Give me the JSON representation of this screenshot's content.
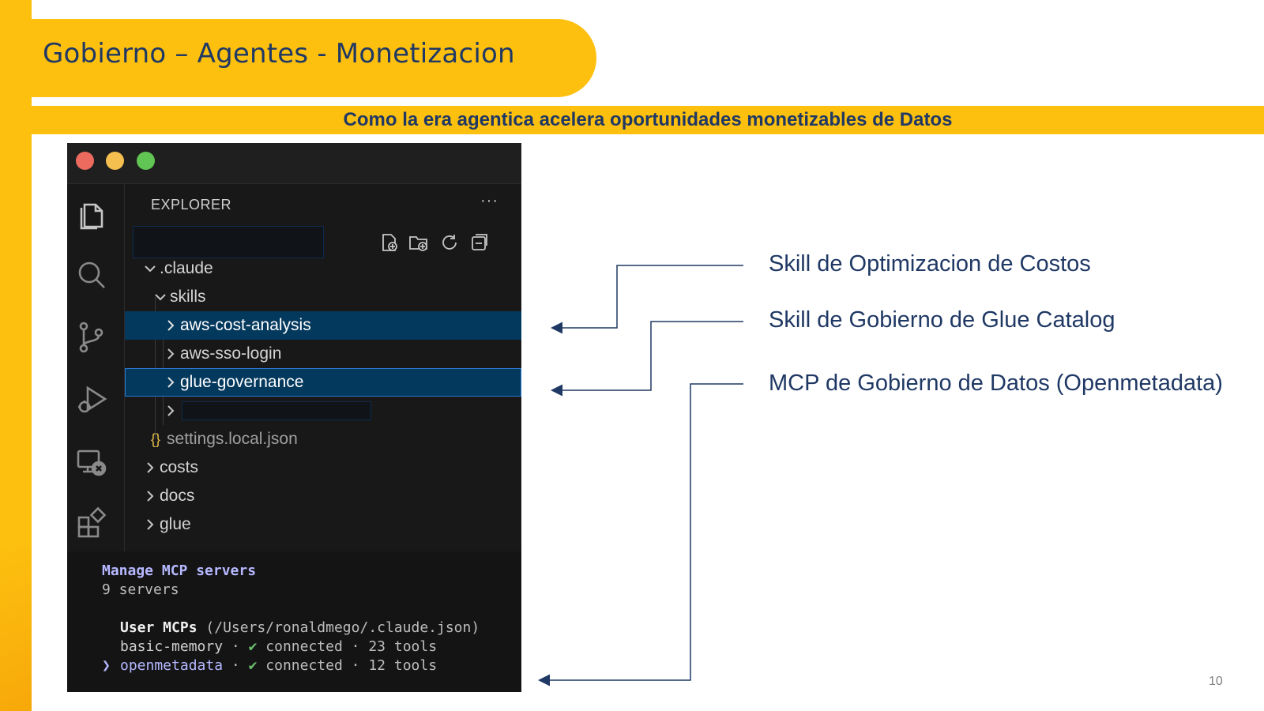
{
  "slide": {
    "title": "Gobierno – Agentes - Monetizacion",
    "subtitle": "Como la era agentica acelera oportunidades monetizables de Datos",
    "page_number": "10"
  },
  "editor": {
    "explorer_label": "EXPLORER",
    "more_label": "···",
    "tree": {
      "claude": ".claude",
      "skills": "skills",
      "aws_cost": "aws-cost-analysis",
      "aws_sso": "aws-sso-login",
      "glue_gov": "glue-governance",
      "settings": "settings.local.json",
      "costs": "costs",
      "docs": "docs",
      "glue": "glue"
    },
    "json_brace": "{}"
  },
  "terminal": {
    "title": "Manage MCP servers",
    "server_count": "9 servers",
    "user_label": "User MCPs",
    "user_path": "(/Users/ronaldmego/.claude.json)",
    "servers": [
      {
        "name": "basic-memory",
        "sep1": "·",
        "check": "✔",
        "status": "connected",
        "sep2": "·",
        "tools": "23 tools"
      },
      {
        "name": "openmetadata",
        "sep1": "·",
        "check": "✔",
        "status": "connected",
        "sep2": "·",
        "tools": "12 tools",
        "pointer": "❯"
      }
    ]
  },
  "annotations": {
    "cost": "Skill de Optimizacion de Costos",
    "glue": "Skill de Gobierno de Glue Catalog",
    "mcp": "MCP de Gobierno de Datos (Openmetadata)"
  },
  "colors": {
    "brand_yellow": "#FDC00F",
    "navy": "#1F3864",
    "selection": "#04395e"
  }
}
